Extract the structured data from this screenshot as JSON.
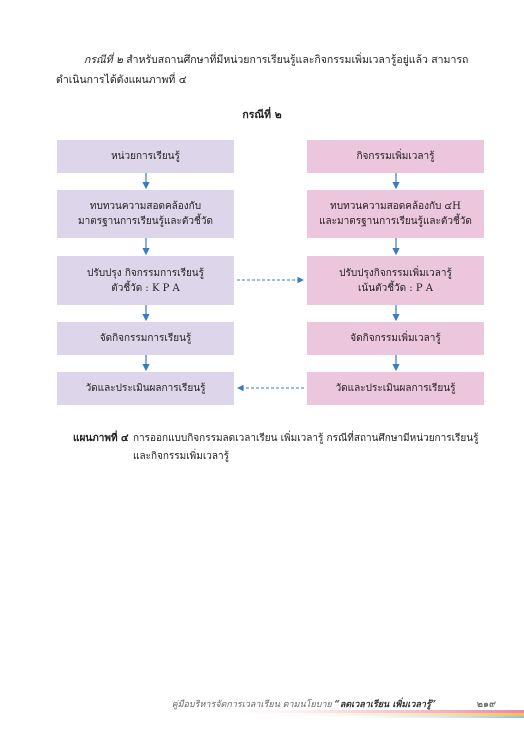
{
  "intro": {
    "case_label": "กรณีที่ ๒",
    "text": " สำหรับสถานศึกษาที่มีหน่วยการเรียนรู้และกิจกรรมเพิ่มเวลารู้อยู่แล้ว สามารถดำเนินการได้ดังแผนภาพที่ ๔"
  },
  "case_title": "กรณีที่ ๒",
  "left_column": [
    "หน่วยการเรียนรู้",
    "ทบทวนความสอดคล้องกับ\nมาตรฐานการเรียนรู้และตัวชี้วัด",
    "ปรับปรุง กิจกรรมการเรียนรู้\nตัวชี้วัด : K P A",
    "จัดกิจกรรมการเรียนรู้",
    "วัดและประเมินผลการเรียนรู้"
  ],
  "right_column": [
    "กิจกรรมเพิ่มเวลารู้",
    "ทบทวนความสอดคล้องกับ ๔H\nและมาตรฐานการเรียนรู้และตัวชี้วัด",
    "ปรับปรุงกิจกรรมเพิ่มเวลารู้\nเน้นตัวชี้วัด : P A",
    "จัดกิจกรรมเพิ่มเวลารู้",
    "วัดและประเมินผลการเรียนรู้"
  ],
  "caption": {
    "label": "แผนภาพที่ ๔",
    "text": "การออกแบบกิจกรรมลดเวลาเรียน เพิ่มเวลารู้ กรณีที่สถานศึกษามีหน่วยการเรียนรู้และกิจกรรมเพิ่มเวลารู้"
  },
  "footer": {
    "text": "คู่มือบริหารจัดการเวลาเรียน ตามนโยบาย ",
    "highlight": "“ลดเวลาเรียน เพิ่มเวลารู้”",
    "page_number": "๒๑๙"
  },
  "colors": {
    "left_box": "#ddd6ea",
    "right_box": "#ecc6dc",
    "arrow": "#3a7cc4"
  }
}
